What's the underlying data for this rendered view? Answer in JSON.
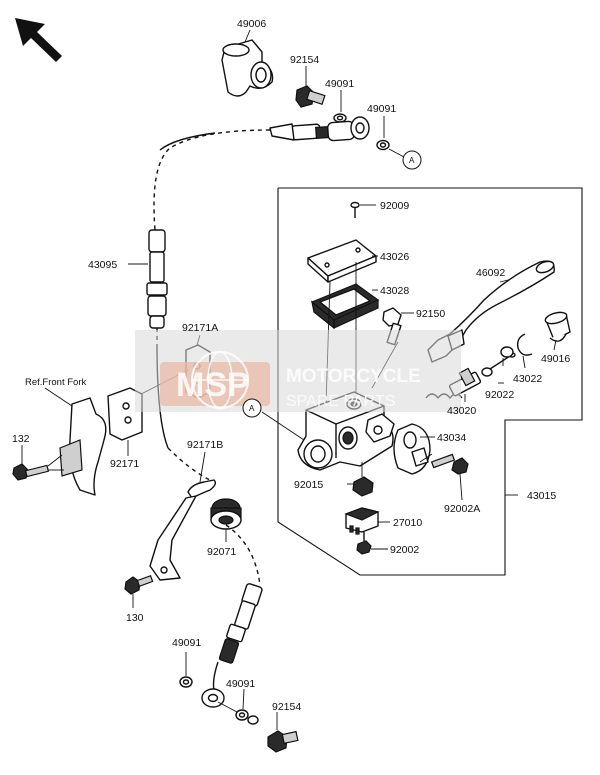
{
  "labels": {
    "p49006": "49006",
    "p92154_top": "92154",
    "p49091_top1": "49091",
    "p49091_top2": "49091",
    "p43095": "43095",
    "p92171A": "92171A",
    "ref_front_fork": "Ref.Front Fork",
    "p132": "132",
    "p92171": "92171",
    "p92171B": "92171B",
    "p92071": "92071",
    "p130": "130",
    "p49091_bot1": "49091",
    "p49091_bot2": "49091",
    "p92154_bot": "92154",
    "p92009": "92009",
    "p43026": "43026",
    "p43028": "43028",
    "p92150": "92150",
    "p46092": "46092",
    "p49016": "49016",
    "p43022": "43022",
    "p92022": "92022",
    "p43020": "43020",
    "p43034": "43034",
    "p43015": "43015",
    "p92015": "92015",
    "p92002A": "92002A",
    "p27010": "27010",
    "p92002": "92002"
  },
  "callouts": {
    "a_top": "A",
    "a_mid": "A"
  },
  "watermark": {
    "logo": "MSP",
    "line1": "MOTORCYCLE",
    "line2": "SPARE PARTS"
  },
  "colors": {
    "ink": "#111111",
    "watermark_bg": "#d9d9d9",
    "watermark_logo": "#e8b9a6"
  },
  "icons": {
    "direction": "arrow-up-left-icon"
  }
}
